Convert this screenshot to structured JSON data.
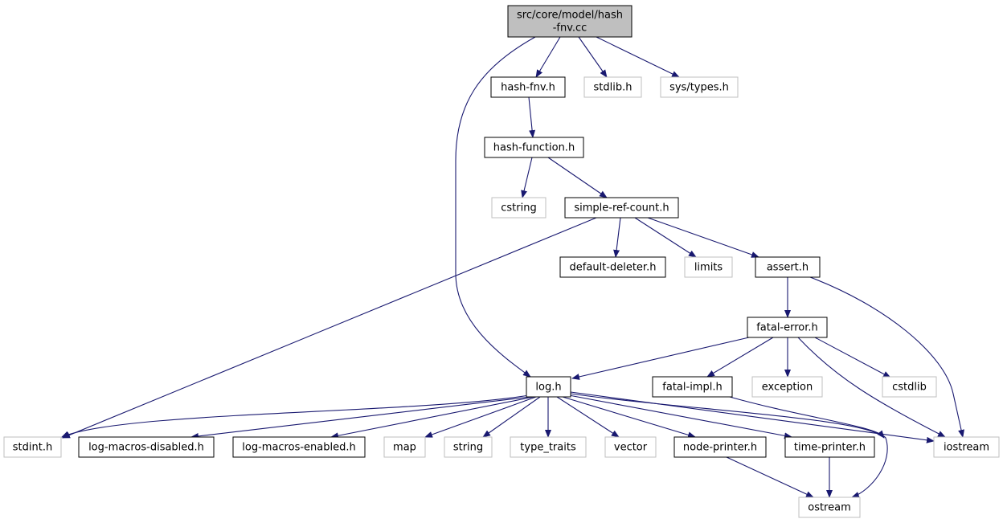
{
  "diagram": {
    "title": "src/core/model/hash-fnv.cc include dependency graph",
    "colors": {
      "edge": "#191970",
      "root_fill": "#bfbfbf",
      "documented_border": "#000000",
      "external_border": "#bfbfbf",
      "text": "#000000"
    },
    "nodes": {
      "root": {
        "lines": [
          "src/core/model/hash",
          "-fnv.cc"
        ],
        "kind": "root"
      },
      "hash_fnv_h": {
        "lines": [
          "hash-fnv.h"
        ],
        "kind": "documented"
      },
      "stdlib_h": {
        "lines": [
          "stdlib.h"
        ],
        "kind": "external"
      },
      "sys_types_h": {
        "lines": [
          "sys/types.h"
        ],
        "kind": "external"
      },
      "hash_function_h": {
        "lines": [
          "hash-function.h"
        ],
        "kind": "documented"
      },
      "cstring": {
        "lines": [
          "cstring"
        ],
        "kind": "external"
      },
      "simple_ref_count_h": {
        "lines": [
          "simple-ref-count.h"
        ],
        "kind": "documented"
      },
      "default_deleter_h": {
        "lines": [
          "default-deleter.h"
        ],
        "kind": "documented"
      },
      "limits": {
        "lines": [
          "limits"
        ],
        "kind": "external"
      },
      "assert_h": {
        "lines": [
          "assert.h"
        ],
        "kind": "documented"
      },
      "fatal_error_h": {
        "lines": [
          "fatal-error.h"
        ],
        "kind": "documented"
      },
      "log_h": {
        "lines": [
          "log.h"
        ],
        "kind": "documented"
      },
      "fatal_impl_h": {
        "lines": [
          "fatal-impl.h"
        ],
        "kind": "documented"
      },
      "exception": {
        "lines": [
          "exception"
        ],
        "kind": "external"
      },
      "cstdlib": {
        "lines": [
          "cstdlib"
        ],
        "kind": "external"
      },
      "stdint_h": {
        "lines": [
          "stdint.h"
        ],
        "kind": "external"
      },
      "log_macros_disabled_h": {
        "lines": [
          "log-macros-disabled.h"
        ],
        "kind": "documented"
      },
      "log_macros_enabled_h": {
        "lines": [
          "log-macros-enabled.h"
        ],
        "kind": "documented"
      },
      "map": {
        "lines": [
          "map"
        ],
        "kind": "external"
      },
      "string": {
        "lines": [
          "string"
        ],
        "kind": "external"
      },
      "type_traits": {
        "lines": [
          "type_traits"
        ],
        "kind": "external"
      },
      "vector": {
        "lines": [
          "vector"
        ],
        "kind": "external"
      },
      "node_printer_h": {
        "lines": [
          "node-printer.h"
        ],
        "kind": "documented"
      },
      "time_printer_h": {
        "lines": [
          "time-printer.h"
        ],
        "kind": "documented"
      },
      "iostream": {
        "lines": [
          "iostream"
        ],
        "kind": "external"
      },
      "ostream": {
        "lines": [
          "ostream"
        ],
        "kind": "external"
      }
    },
    "edges": [
      [
        "root",
        "hash_fnv_h"
      ],
      [
        "root",
        "stdlib_h"
      ],
      [
        "root",
        "sys_types_h"
      ],
      [
        "root",
        "log_h"
      ],
      [
        "hash_fnv_h",
        "hash_function_h"
      ],
      [
        "hash_function_h",
        "cstring"
      ],
      [
        "hash_function_h",
        "simple_ref_count_h"
      ],
      [
        "simple_ref_count_h",
        "stdint_h"
      ],
      [
        "simple_ref_count_h",
        "default_deleter_h"
      ],
      [
        "simple_ref_count_h",
        "limits"
      ],
      [
        "simple_ref_count_h",
        "assert_h"
      ],
      [
        "assert_h",
        "fatal_error_h"
      ],
      [
        "assert_h",
        "iostream"
      ],
      [
        "fatal_error_h",
        "log_h"
      ],
      [
        "fatal_error_h",
        "fatal_impl_h"
      ],
      [
        "fatal_error_h",
        "exception"
      ],
      [
        "fatal_error_h",
        "cstdlib"
      ],
      [
        "fatal_error_h",
        "iostream"
      ],
      [
        "fatal_impl_h",
        "ostream"
      ],
      [
        "log_h",
        "stdint_h"
      ],
      [
        "log_h",
        "log_macros_disabled_h"
      ],
      [
        "log_h",
        "log_macros_enabled_h"
      ],
      [
        "log_h",
        "map"
      ],
      [
        "log_h",
        "string"
      ],
      [
        "log_h",
        "type_traits"
      ],
      [
        "log_h",
        "vector"
      ],
      [
        "log_h",
        "node_printer_h"
      ],
      [
        "log_h",
        "time_printer_h"
      ],
      [
        "log_h",
        "iostream"
      ],
      [
        "log_h",
        "ostream"
      ],
      [
        "node_printer_h",
        "ostream"
      ],
      [
        "time_printer_h",
        "ostream"
      ]
    ]
  }
}
